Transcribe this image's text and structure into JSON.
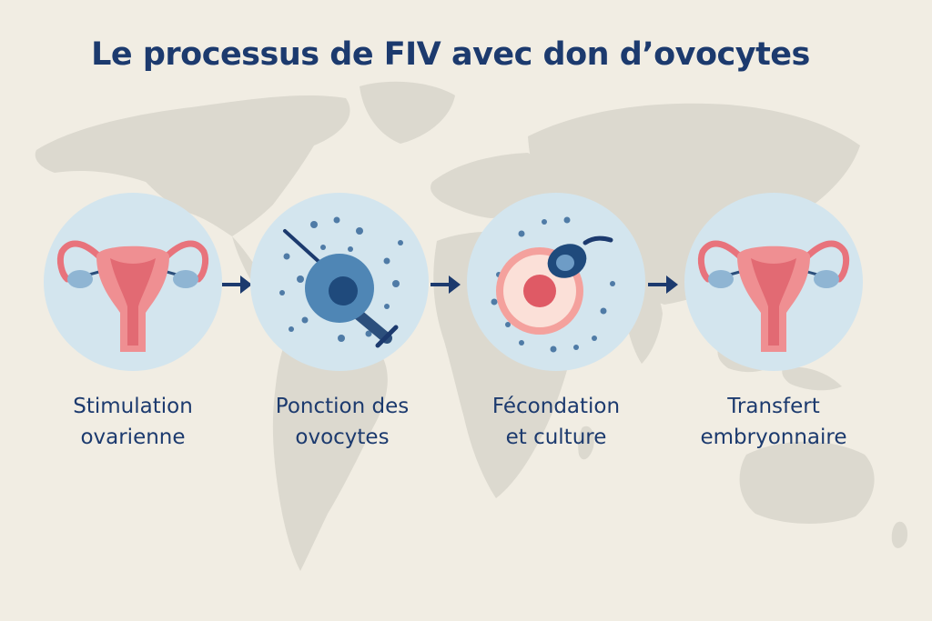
{
  "title": "Le processus de FIV avec don d’ovocytes",
  "colors": {
    "background": "#f1ede3",
    "map": "#dcd9cf",
    "circle_fill": "#d3e5ee",
    "navy": "#1c3a6e",
    "uterus_pink": "#e8737c",
    "ovary_blue": "#8fb5d3"
  },
  "steps": [
    {
      "icon": "uterus-ovaries-icon",
      "label_line1": "Stimulation",
      "label_line2": "ovarienne"
    },
    {
      "icon": "needle-oocyte-icon",
      "label_line1": "Ponction des",
      "label_line2": "ovocytes"
    },
    {
      "icon": "sperm-egg-icon",
      "label_line1": "Fécondation",
      "label_line2": "et culture"
    },
    {
      "icon": "uterus-ovaries-icon",
      "label_line1": "Transfert",
      "label_line2": "embryonnaire"
    }
  ],
  "arrows": [
    "arrow-right-icon",
    "arrow-right-icon",
    "arrow-right-icon"
  ]
}
